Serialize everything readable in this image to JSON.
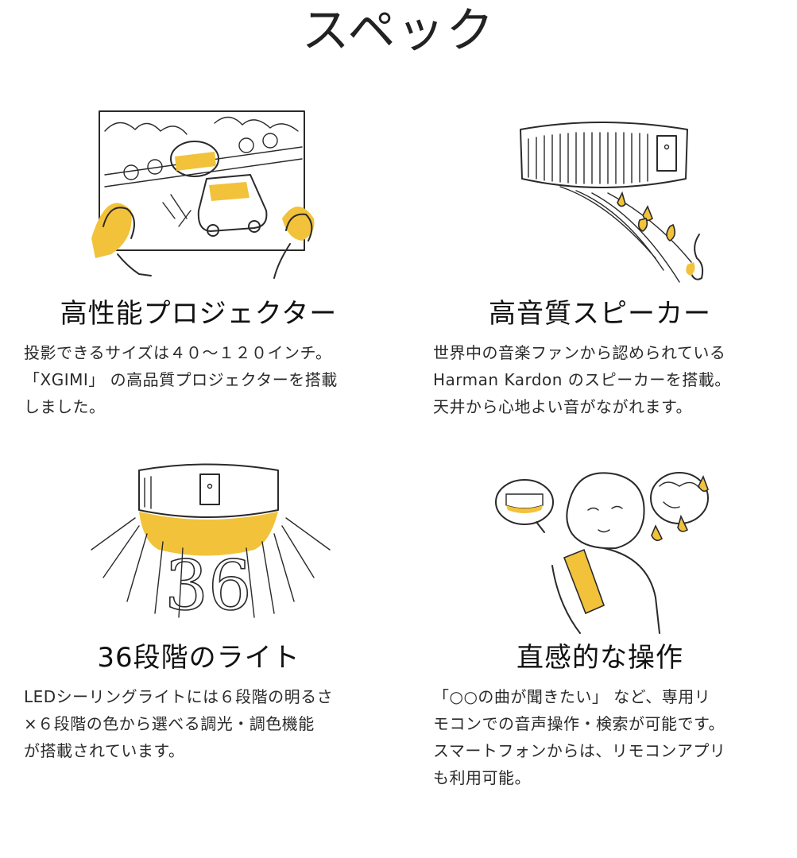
{
  "page": {
    "title": "スペック"
  },
  "features": [
    {
      "heading": "高性能プロジェクター",
      "lines": [
        "投影できるサイズは４０〜１２０インチ。",
        "「XGIMI」 の高品質プロジェクターを搭載",
        "しました。"
      ],
      "icon": "projector-scene-icon"
    },
    {
      "heading": "高音質スピーカー",
      "lines": [
        "世界中の音楽ファンから認められている",
        "Harman Kardon のスピーカーを搭載。",
        "天井から心地よい音がながれます。"
      ],
      "icon": "speaker-music-icon"
    },
    {
      "heading": "36段階のライト",
      "lines": [
        "LEDシーリングライトには６段階の明るさ",
        "×６段階の色から選べる調光・調色機能",
        "が搭載されています。"
      ],
      "icon": "ceiling-light-icon",
      "illustration_text": "36"
    },
    {
      "heading": "直感的な操作",
      "lines": [
        "「○○の曲が聞きたい」 など、専用リ",
        "モコンでの音声操作・検索が可能です。",
        "スマートフォンからは、リモコンアプリ",
        "も利用可能。"
      ],
      "icon": "voice-remote-icon"
    }
  ],
  "colors": {
    "accent": "#f2c23a",
    "text": "#1a1a1a",
    "background": "#ffffff"
  }
}
